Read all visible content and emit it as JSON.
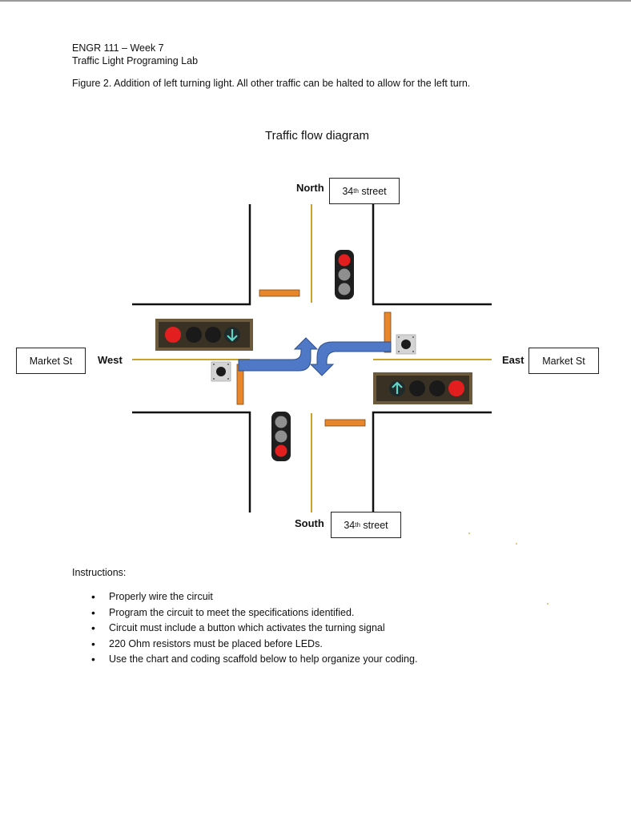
{
  "header": {
    "course": "ENGR 111 – Week 7",
    "lab": "Traffic Light Programing Lab",
    "figure_caption": "Figure 2. Addition of left turning light. All other traffic can be halted to allow for the left turn."
  },
  "diagram": {
    "title": "Traffic flow diagram",
    "north_label": "North",
    "south_label": "South",
    "west_label": "West",
    "east_label": "East",
    "north_street": {
      "base": "34",
      "sup": "th",
      "rest": " street"
    },
    "south_street": {
      "base": "34",
      "sup": "th",
      "rest": " street"
    },
    "west_street": "Market St",
    "east_street": "Market St",
    "colors": {
      "road_edge": "#111111",
      "center_line": "#c9a227",
      "stop_bar": "#e8862b",
      "arrow": "#4f79c6",
      "red_light": "#e21e1e",
      "off_light": "#8f8f8f",
      "green_arrow": "#5fd3c7"
    },
    "signals": {
      "north": [
        "red",
        "off",
        "off"
      ],
      "south": [
        "off",
        "off",
        "red"
      ],
      "west": [
        "red",
        "off",
        "off",
        "green-arrow-down"
      ],
      "east": [
        "green-arrow-up",
        "off",
        "off",
        "red"
      ]
    }
  },
  "instructions": {
    "title": "Instructions:",
    "items": [
      "Properly wire the circuit",
      "Program the circuit to meet the specifications identified.",
      "Circuit must include a button which activates the turning signal",
      "220 Ohm resistors must be placed before LEDs.",
      "Use the chart and coding scaffold below to help organize your coding."
    ]
  }
}
